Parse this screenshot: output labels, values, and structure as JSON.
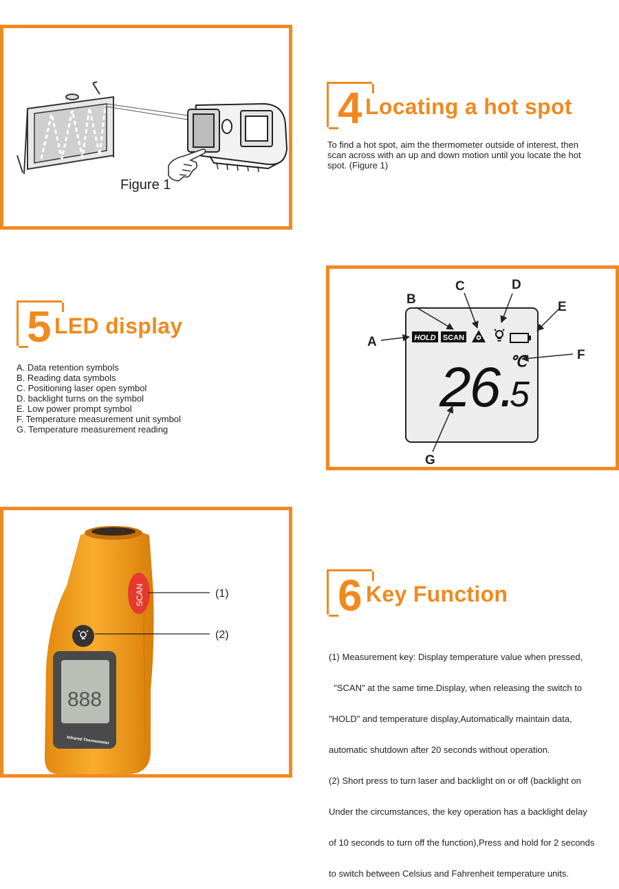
{
  "section4": {
    "number": "4",
    "title": "Locating a hot spot",
    "text": "To find a hot spot, aim the thermometer outside of interest, then scan across with an up and down motion until you locate the hot spot. (Figure 1)",
    "figure_caption": "Figure 1"
  },
  "section5": {
    "number": "5",
    "title": "LED display",
    "items": [
      "A. Data retention symbols",
      "B. Reading data symbols",
      "C. Positioning laser open symbol",
      "D. backlight turns on the symbol",
      "E. Low power prompt symbol",
      "F. Temperature measurement unit symbol",
      "G. Temperature measurement reading"
    ],
    "display": {
      "labels": {
        "a": "A",
        "b": "B",
        "c": "C",
        "d": "D",
        "e": "E",
        "f": "F",
        "g": "G"
      },
      "hold": "HOLD",
      "scan": "SCAN",
      "unit": "℃",
      "reading_main": "26.",
      "reading_decimal": "5"
    }
  },
  "section6": {
    "number": "6",
    "title": "Key Function",
    "text_lines": [
      "(1) Measurement key: Display temperature value when pressed,",
      "  \"SCAN\" at the same time.Display, when releasing the switch to",
      "\"HOLD\" and temperature display,Automatically maintain data,",
      "automatic shutdown after 20 seconds without operation.",
      "(2) Short press to turn laser and backlight on or off (backlight on",
      "Under the circumstances, the key operation has a backlight delay",
      "of 10 seconds to turn off the function),Press and hold for 2 seconds",
      "to switch between Celsius and Fahrenheit temperature units."
    ],
    "device": {
      "scan_button": "SCAN",
      "callout_1": "(1)",
      "callout_2": "(2)",
      "screen_digits": "888",
      "device_label": "Infrared Thermometer"
    }
  },
  "colors": {
    "accent": "#f08a1e",
    "device_orange": "#f7a21c",
    "text": "#222222"
  }
}
